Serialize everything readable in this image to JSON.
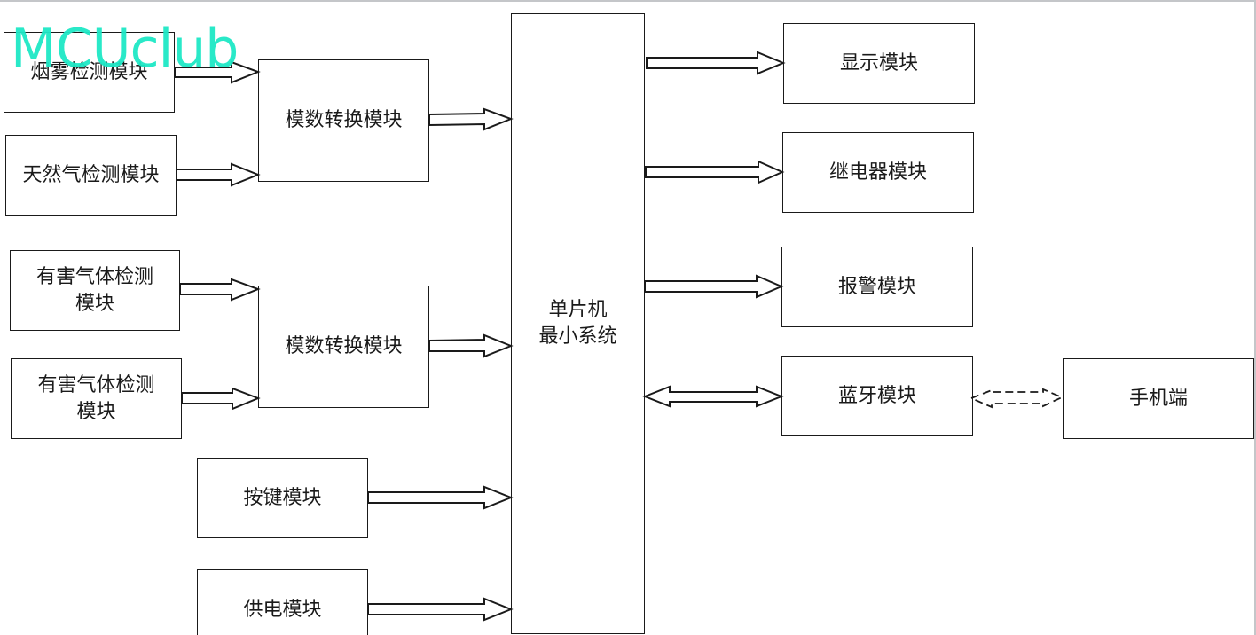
{
  "diagram": {
    "watermark": "MCUclub",
    "colors": {
      "stroke": "#1a1a1a",
      "watermark": "#1ee8c6",
      "background": "#ffffff"
    },
    "blocks": {
      "smoke": "烟雾检测模块",
      "natural_gas": "天然气检测模块",
      "adc_1": "模数转换模块",
      "harmful_gas_1": "有害气体检测\n模块",
      "harmful_gas_2": "有害气体检测\n模块",
      "adc_2": "模数转换模块",
      "keys": "按键模块",
      "power": "供电模块",
      "mcu": "单片机\n最小系统",
      "display": "显示模块",
      "relay": "继电器模块",
      "alarm": "报警模块",
      "bluetooth": "蓝牙模块",
      "phone": "手机端"
    },
    "connections": [
      {
        "from": "smoke",
        "to": "adc_1",
        "style": "solid",
        "direction": "one-way"
      },
      {
        "from": "natural_gas",
        "to": "adc_1",
        "style": "solid",
        "direction": "one-way"
      },
      {
        "from": "adc_1",
        "to": "mcu",
        "style": "solid",
        "direction": "one-way"
      },
      {
        "from": "harmful_gas_1",
        "to": "adc_2",
        "style": "solid",
        "direction": "one-way"
      },
      {
        "from": "harmful_gas_2",
        "to": "adc_2",
        "style": "solid",
        "direction": "one-way"
      },
      {
        "from": "adc_2",
        "to": "mcu",
        "style": "solid",
        "direction": "one-way"
      },
      {
        "from": "keys",
        "to": "mcu",
        "style": "solid",
        "direction": "one-way"
      },
      {
        "from": "power",
        "to": "mcu",
        "style": "solid",
        "direction": "one-way"
      },
      {
        "from": "mcu",
        "to": "display",
        "style": "solid",
        "direction": "one-way"
      },
      {
        "from": "mcu",
        "to": "relay",
        "style": "solid",
        "direction": "one-way"
      },
      {
        "from": "mcu",
        "to": "alarm",
        "style": "solid",
        "direction": "one-way"
      },
      {
        "from": "mcu",
        "to": "bluetooth",
        "style": "solid",
        "direction": "two-way"
      },
      {
        "from": "bluetooth",
        "to": "phone",
        "style": "dashed",
        "direction": "two-way"
      }
    ]
  }
}
